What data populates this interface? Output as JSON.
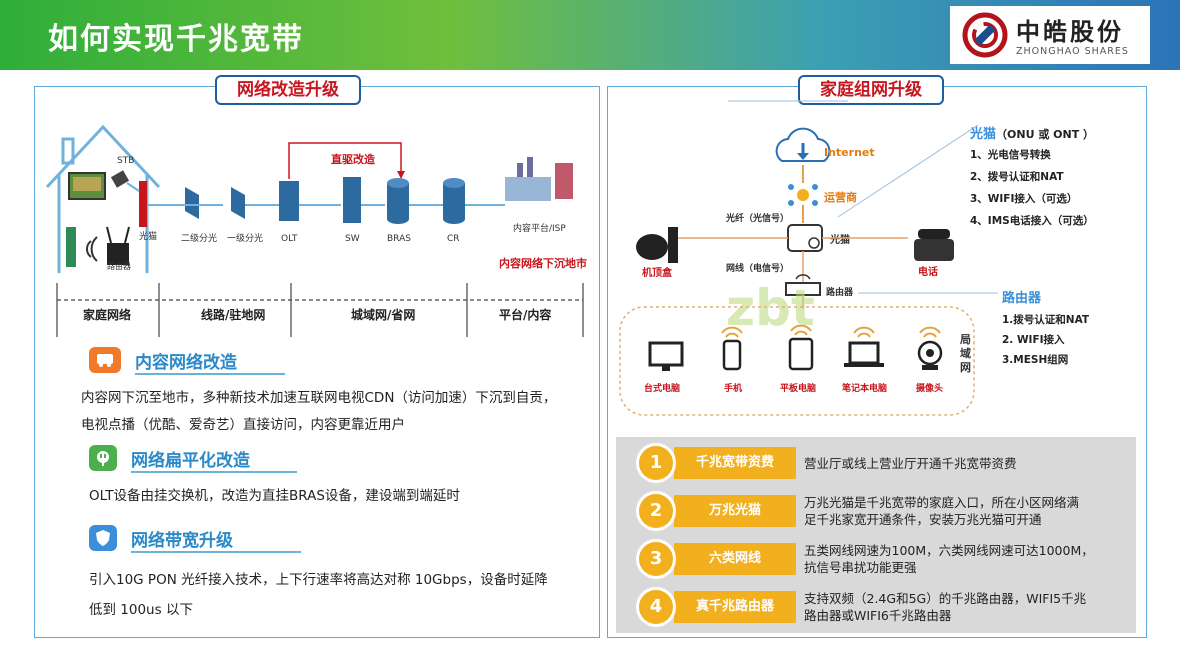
{
  "header": {
    "title": "如何实现千兆宽带",
    "logo_cn": "中皓股份",
    "logo_en": "ZHONGHAO SHARES"
  },
  "left": {
    "section_title": "网络改造升级",
    "diagram": {
      "devices": {
        "stb": "STB",
        "modem": "光猫",
        "router": "路由器",
        "splitter2": "二级分光",
        "splitter1": "一级分光",
        "olt": "OLT",
        "sw": "SW",
        "bras": "BRAS",
        "cr": "CR",
        "isp": "内容平台/ISP"
      },
      "direct_link": "直驱改造",
      "content_sink": "内容网络下沉地市",
      "zones": [
        "家庭网络",
        "线路/驻地网",
        "城域网/省网",
        "平台/内容"
      ]
    },
    "items": [
      {
        "title": "内容网络改造",
        "lines": [
          "内容网下沉至地市，多种新技术加速互联网电视CDN（访问加速）下沉到自贡，",
          "电视点播（优酷、爱奇艺）直接访问，内容更靠近用户"
        ]
      },
      {
        "title": "网络扁平化改造",
        "lines": [
          "OLT设备由挂交换机，改造为直挂BRAS设备，建设端到端延时"
        ]
      },
      {
        "title": "网络带宽升级",
        "lines": [
          "引入10G PON 光纤接入技术，上下行速率将高达对称 10Gbps，设备时延降",
          "低到 100us 以下"
        ]
      }
    ]
  },
  "right": {
    "section_title": "家庭组网升级",
    "diagram": {
      "internet": "Internet",
      "operator": "运营商",
      "fiber": "光纤（光信号）",
      "cable": "网线（电信号）",
      "modem": "光猫",
      "router": "路由器",
      "stb": "机顶盒",
      "phone": "电话",
      "lan": [
        "局",
        "域",
        "网"
      ],
      "watermark": "zbt",
      "devices": [
        "台式电脑",
        "手机",
        "平板电脑",
        "笔记本电脑",
        "摄像头"
      ]
    },
    "modem_box": {
      "title_cn": "光猫",
      "title_en": "（ONU 或 ONT ）",
      "items": [
        "1、光电信号转换",
        "2、拨号认证和NAT",
        "3、WIFI接入（可选）",
        "4、IMS电话接入（可选）"
      ]
    },
    "router_box": {
      "title": "路由器",
      "items": [
        "1.拨号认证和NAT",
        "2. WIFI接入",
        "3.MESH组网"
      ]
    },
    "steps": [
      {
        "num": "1",
        "label": "千兆宽带资费",
        "lines": [
          "营业厅或线上营业厅开通千兆宽带资费"
        ]
      },
      {
        "num": "2",
        "label": "万兆光猫",
        "lines": [
          "万兆光猫是千兆宽带的家庭入口，所在小区网络满",
          "足千兆家宽开通条件，安装万兆光猫可开通"
        ]
      },
      {
        "num": "3",
        "label": "六类网线",
        "lines": [
          "五类网线网速为100M，六类网线网速可达1000M，",
          "抗信号串扰功能更强"
        ]
      },
      {
        "num": "4",
        "label": "真千兆路由器",
        "lines": [
          "支持双频（2.4G和5G）的千兆路由器，WIFI5千兆",
          "路由器或WIFI6千兆路由器"
        ]
      }
    ]
  },
  "colors": {
    "accent_red": "#c8161e",
    "accent_blue": "#2a89c9",
    "step_orange": "#f2b01e",
    "panel_border": "#5fa8d8"
  }
}
